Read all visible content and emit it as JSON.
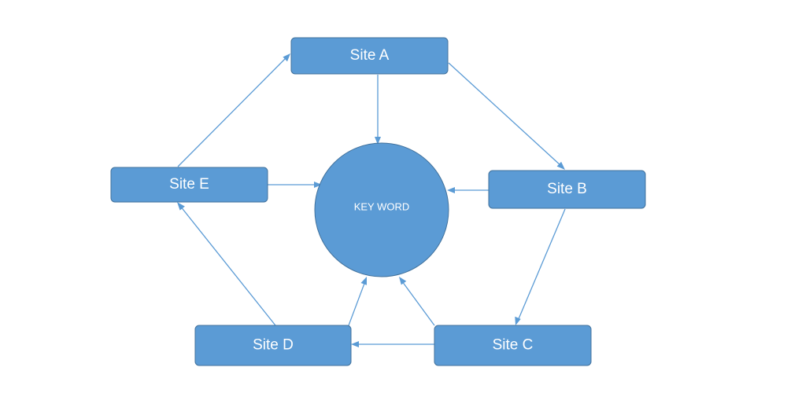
{
  "diagram": {
    "center": {
      "label": "KEY WORD"
    },
    "sites": [
      {
        "id": "a",
        "label": "Site A"
      },
      {
        "id": "b",
        "label": "Site B"
      },
      {
        "id": "c",
        "label": "Site C"
      },
      {
        "id": "d",
        "label": "Site D"
      },
      {
        "id": "e",
        "label": "Site E"
      }
    ],
    "edges": [
      {
        "from": "a",
        "to": "b"
      },
      {
        "from": "b",
        "to": "c"
      },
      {
        "from": "c",
        "to": "d"
      },
      {
        "from": "d",
        "to": "e"
      },
      {
        "from": "e",
        "to": "a"
      },
      {
        "from": "a",
        "to": "center"
      },
      {
        "from": "b",
        "to": "center"
      },
      {
        "from": "c",
        "to": "center"
      },
      {
        "from": "d",
        "to": "center"
      },
      {
        "from": "e",
        "to": "center"
      }
    ],
    "colors": {
      "node_fill": "#5b9bd5",
      "node_border": "#41719c",
      "connector": "#5b9bd5",
      "text": "#ffffff"
    }
  }
}
